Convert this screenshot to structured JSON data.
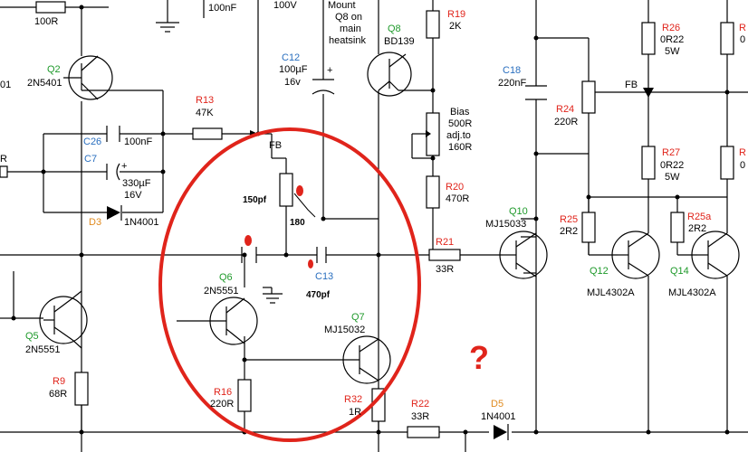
{
  "labels": {
    "r_100r": "100R",
    "c_100nf_top": "100nF",
    "v_100v": "100V",
    "mount1": "Mount",
    "mount2": "Q8 on",
    "mount3": "main",
    "mount4": "heatsink",
    "q8": "Q8",
    "q8_part": "BD139",
    "r19": "R19",
    "r19_val": "2K",
    "q2": "Q2",
    "q2_part": "2N5401",
    "r13": "R13",
    "r13_val": "47K",
    "c12": "C12",
    "c12_val": "100µF",
    "c12_v": "16v",
    "c26": "C26",
    "c26_val": "100nF",
    "c7": "C7",
    "c7_val": "330µF",
    "c7_v": "16V",
    "d3": "D3",
    "d3_part": "1N4001",
    "fb_mid": "FB",
    "bias1": "Bias",
    "bias2": "500R",
    "bias3": "adj.to",
    "bias4": "160R",
    "r20": "R20",
    "r20_val": "470R",
    "c18": "C18",
    "c18_val": "220nF",
    "r24": "R24",
    "r24_val": "220R",
    "r26": "R26",
    "r26_val": "0R22",
    "r26_w": "5W",
    "r27": "R27",
    "r27_val": "0R22",
    "r27_w": "5W",
    "fb_right": "FB",
    "r25": "R25",
    "r25_val": "2R2",
    "r25a": "R25a",
    "r25a_val": "2R2",
    "q10": "Q10",
    "q10_part": "MJ15033",
    "r21": "R21",
    "r21_val": "33R",
    "q12": "Q12",
    "q12_part": "MJL4302A",
    "q14": "Q14",
    "q14_part": "MJL4302A",
    "ann_150": "150pf",
    "ann_180": "180",
    "ann_470": "470pf",
    "c13": "C13",
    "q6": "Q6",
    "q6_part": "2N5551",
    "q7": "Q7",
    "q7_part": "MJ15032",
    "q5": "Q5",
    "q5_part": "2N5551",
    "r9": "R9",
    "r9_val": "68R",
    "r16": "R16",
    "r16_val": "220R",
    "r32": "R32",
    "r32_val": "1R",
    "r22": "R22",
    "r22_val": "33R",
    "d5": "D5",
    "d5_part": "1N4001",
    "question": "?",
    "edge_r": "R",
    "edge_01": "01"
  },
  "colors": {
    "ink": "#000000",
    "annotation_red": "#e0241b",
    "ref_green": "#1f9a2b",
    "cap_blue": "#2a6fbf",
    "diode_orange": "#e08a1e"
  }
}
